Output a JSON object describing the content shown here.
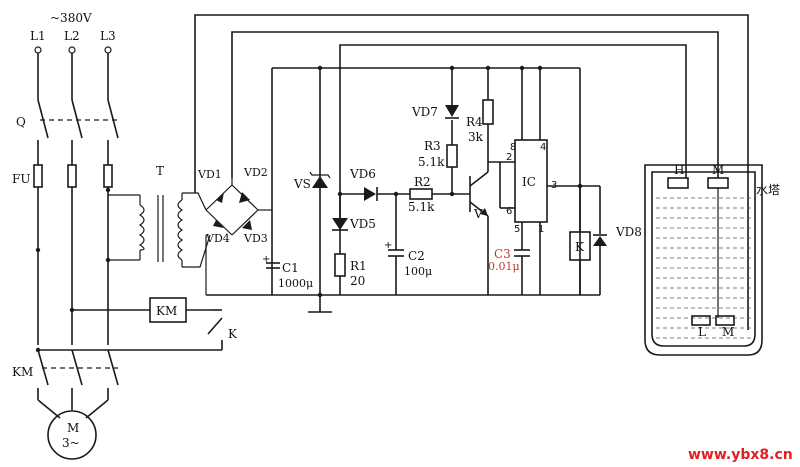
{
  "labels": {
    "supply": "~380V",
    "L1": "L1",
    "L2": "L2",
    "L3": "L3",
    "Q": "Q",
    "FU": "FU",
    "T": "T",
    "KM_top": "KM",
    "KM_bottom": "KM",
    "K_contact": "K",
    "motor_m": "M",
    "motor_phase": "3~",
    "VD1": "VD1",
    "VD2": "VD2",
    "VD3": "VD3",
    "VD4": "VD4",
    "VS": "VS",
    "VD5": "VD5",
    "VD6": "VD6",
    "VD7": "VD7",
    "VD8": "VD8",
    "C1": "C1",
    "C1_val": "1000μ",
    "R1": "R1",
    "R1_val": "20",
    "C2": "C2",
    "C2_val": "100μ",
    "R2": "R2",
    "R2_val": "5.1k",
    "R3": "R3",
    "R3_val": "5.1k",
    "R4": "R4",
    "R4_val": "3k",
    "C3": "C3",
    "C3_val": "0.01μ",
    "V": "V",
    "IC": "IC",
    "K_relay": "K",
    "pin8": "8",
    "pin4": "4",
    "pin2": "2",
    "pin3": "3",
    "pin6": "6",
    "pin5": "5",
    "pin1": "1",
    "probe_H": "H",
    "probe_M": "M",
    "probe_L": "L",
    "probe_M2": "M",
    "tower": "水塔",
    "watermark": "www.ybx8.cn"
  },
  "colors": {
    "ink": "#1a1a1a",
    "c3_label": "#c0392b",
    "watermark": "#e02020"
  }
}
